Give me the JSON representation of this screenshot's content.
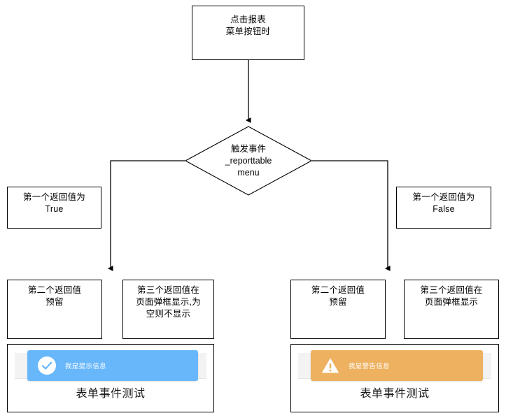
{
  "diagram": {
    "title_node": {
      "text": "点击报表\n菜单按钮时"
    },
    "decision": {
      "text": "触发事件\n_reporttable\nmenu"
    },
    "branches": {
      "true_label": "第一个返回值为\nTrue",
      "false_label": "第一个返回值为\nFalse"
    },
    "outputs": {
      "left_second": "第二个返回值\n预留",
      "left_third": "第三个返回值在\n页面弹框显示,为\n空则不显示",
      "right_second": "第二个返回值\n预留",
      "right_third": "第三个返回值在\n页面弹框显示"
    },
    "screenshots": [
      {
        "kind": "success",
        "alert_message": "我是提示信息",
        "page_title": "表单事件测试",
        "icon": "check-circle-icon",
        "color": "#69b7fb"
      },
      {
        "kind": "warning",
        "alert_message": "我是警告信息",
        "page_title": "表单事件测试",
        "icon": "warning-triangle-icon",
        "color": "#edb15f"
      }
    ],
    "stroke_color": "#000000",
    "background": "#ffffff"
  }
}
